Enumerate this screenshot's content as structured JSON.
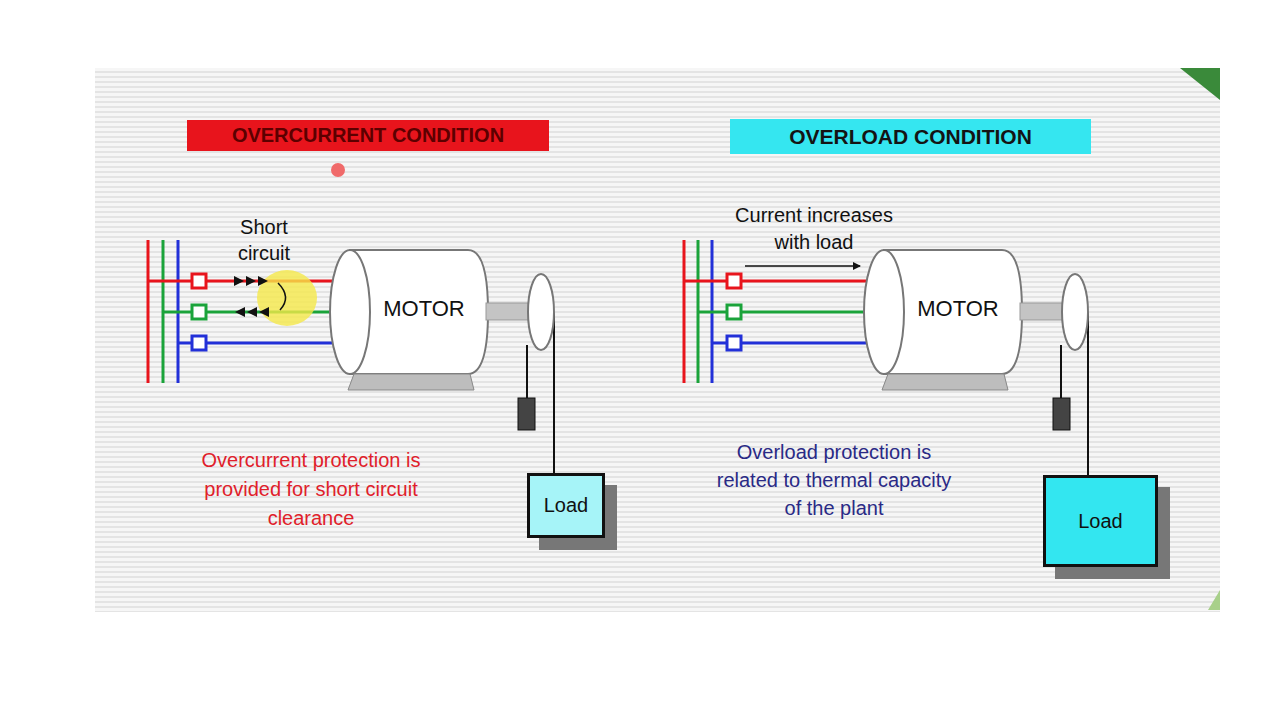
{
  "diagram": {
    "nodes": [
      {
        "text": [
          "OVERCURRENT CONDITION"
        ]
      },
      {
        "text": [
          "MOTOR"
        ]
      },
      {
        "text": [
          "Load"
        ]
      },
      {
        "text": [
          "OVERLOAD CONDITION"
        ]
      },
      {
        "text": [
          "MOTOR"
        ]
      },
      {
        "text": [
          "Load"
        ]
      }
    ],
    "edges": [
      {
        "from": 1,
        "to": 2,
        "arrow": "none"
      },
      {
        "from": 4,
        "to": 5,
        "arrow": "none"
      }
    ],
    "labels": [
      "Short circuit",
      "Overcurrent protection is provided for short circuit clearance",
      "Current increases with load",
      "Overload protection is related to thermal capacity of the plant"
    ]
  }
}
